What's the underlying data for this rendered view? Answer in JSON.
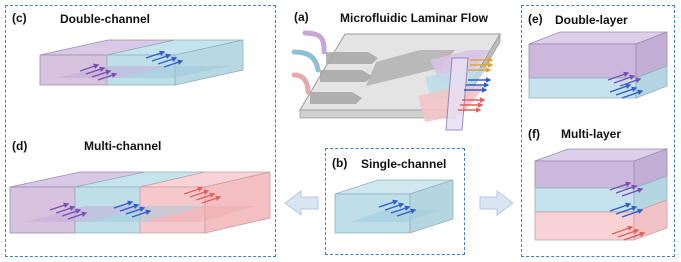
{
  "panels": {
    "a": {
      "letter": "(a)",
      "title": "Microfluidic Laminar Flow"
    },
    "b": {
      "letter": "(b)",
      "title": "Single-channel"
    },
    "c": {
      "letter": "(c)",
      "title": "Double-channel"
    },
    "d": {
      "letter": "(d)",
      "title": "Multi-channel"
    },
    "e": {
      "letter": "(e)",
      "title": "Double-layer"
    },
    "f": {
      "letter": "(f)",
      "title": "Multi-layer"
    }
  },
  "colors": {
    "border": "#3d7fc9",
    "purple": "#c9b6da",
    "blue": "#b5dbe6",
    "pink": "#f5c3c6",
    "arrow_purple": "#7b4fb0",
    "arrow_blue": "#2f5fc8",
    "arrow_pink": "#e0605a",
    "arrow_orange": "#e1a23a",
    "big_arrow": "#d8e5f3"
  }
}
